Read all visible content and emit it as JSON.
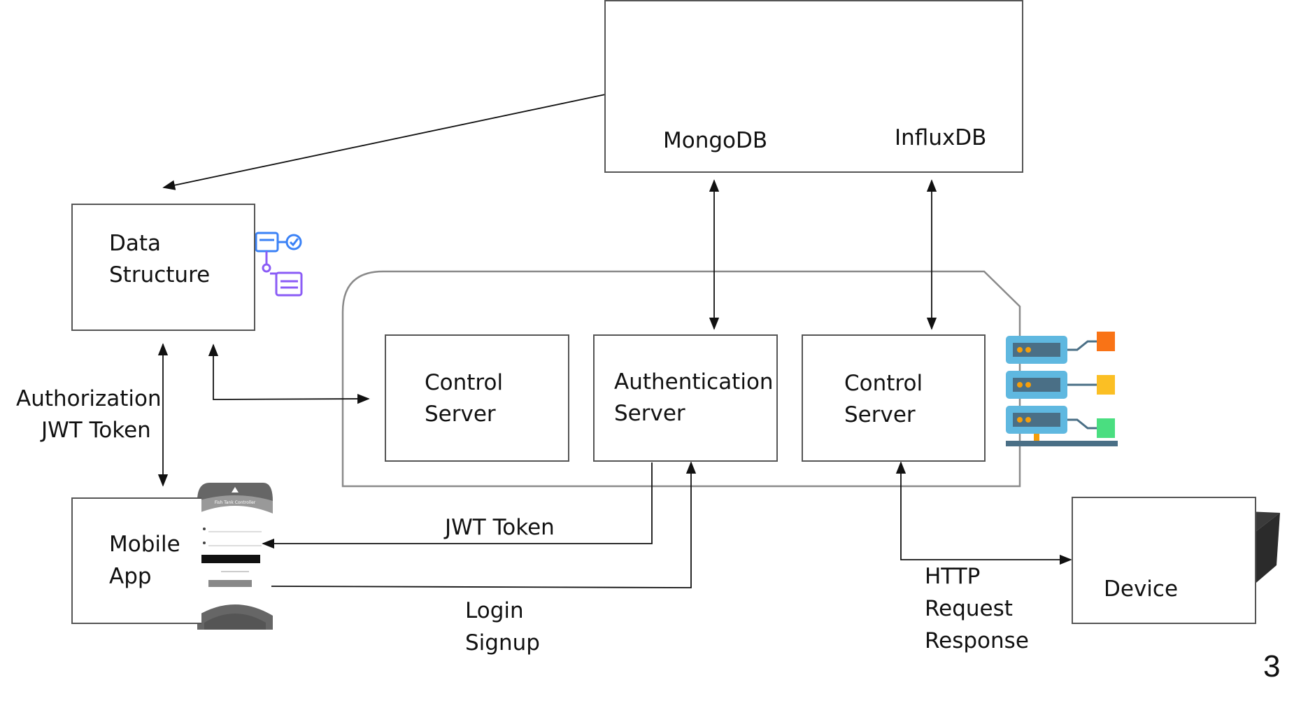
{
  "databases": {
    "mongodb": {
      "label": "MongoDB",
      "icon": "mongodb-database-gear-icon",
      "color": "#2f7fdc",
      "badge_color": "#ef4444"
    },
    "influxdb": {
      "label": "InfluxDB",
      "icon": "influxdb-database-chart-icon",
      "color": "#3aa7e0",
      "badge_color": "#ef4444"
    }
  },
  "data_structure": {
    "label": [
      "Data",
      "Structure"
    ],
    "icon": "workflow-icon",
    "color": "#8b5cf6"
  },
  "servers": [
    {
      "label": [
        "Control",
        "Server"
      ]
    },
    {
      "label": [
        "Authentication",
        "Server"
      ]
    },
    {
      "label": [
        "Control",
        "Server"
      ]
    }
  ],
  "server_rack_icon": "server-rack-network-icon",
  "mobile_app": {
    "label": [
      "Mobile",
      "App"
    ],
    "screenshot_title": "Fish Tank Controller"
  },
  "device": {
    "label": "Device",
    "icon": "device-hardware-icon"
  },
  "edges": {
    "authorization": [
      "Authorization",
      "JWT Token"
    ],
    "jwt_token": "JWT Token",
    "login_signup": [
      "Login",
      "Signup"
    ],
    "http": [
      "HTTP",
      "Request",
      "Response"
    ]
  },
  "page_number": "3"
}
